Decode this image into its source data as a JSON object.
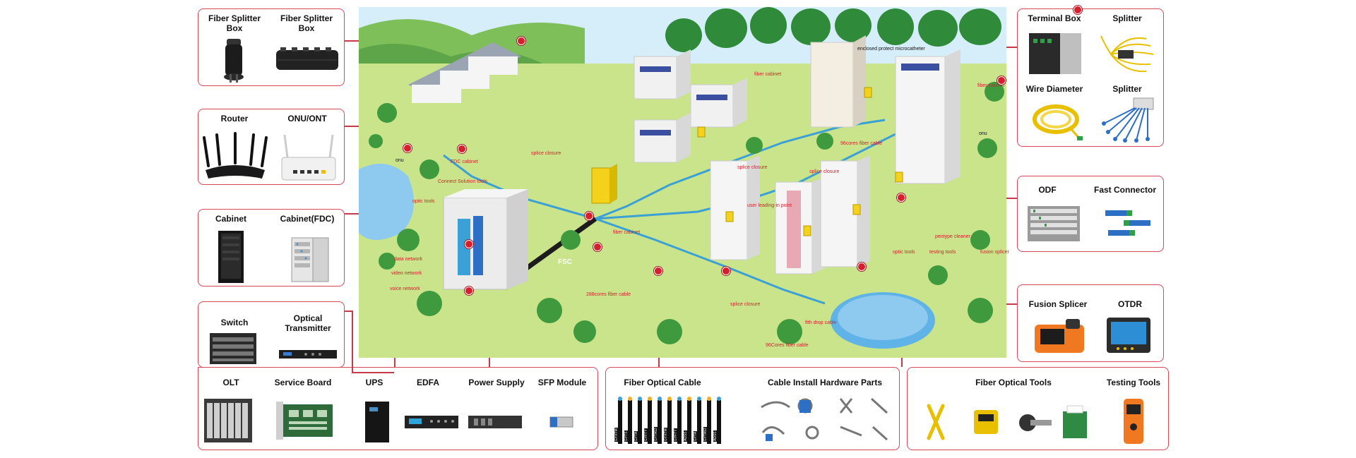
{
  "panels": {
    "splitter_boxes": {
      "left": "Fiber Splitter Box",
      "right": "Fiber Splitter Box"
    },
    "router_onu": {
      "left": "Router",
      "right": "ONU/ONT"
    },
    "cabinets": {
      "left": "Cabinet",
      "right": "Cabinet(FDC)"
    },
    "switch_transmitter": {
      "left": "Switch",
      "right": "Optical Transmitter"
    },
    "olt_board": {
      "left": "OLT",
      "right": "Service Board"
    },
    "power_modules": {
      "ups": "UPS",
      "edfa": "EDFA",
      "power": "Power Supply",
      "sfp": "SFP Module"
    },
    "cable_hardware": {
      "left": "Fiber Optical Cable",
      "right": "Cable Install Hardware Parts"
    },
    "tools": {
      "left": "Fiber Optical Tools",
      "right": "Testing Tools"
    },
    "terminal_splitter": {
      "left": "Terminal Box",
      "right": "Splitter"
    },
    "wire_splitter": {
      "left": "Wire Diameter",
      "right": "Splitter"
    },
    "odf_connector": {
      "left": "ODF",
      "right": "Fast Connector"
    },
    "fusion_otdr": {
      "left": "Fusion Splicer",
      "right": "OTDR"
    }
  },
  "scene_labels": {
    "onu": "onu",
    "fdc_cabinet": "FDC cabinet",
    "splice_closure_1": "splice closure",
    "connect_tools": "Connect Solution tools",
    "optic_tools_1": "optic tools",
    "fiber_cabinet_1": "fiber cabinet",
    "fiber_cabinet_2": "fiber cabinet",
    "enclosed_microcatheter": "enclosed protect microcatheter",
    "fiber_cabinet_3": "fiber cabinet",
    "onu_2": "onu",
    "fiber_cable_96_1": "96cores fiber cable",
    "splice_closure_2": "splice closure",
    "splice_closure_3": "splice closure",
    "user_leading_in": "user leading-in point",
    "fiber_cable_288": "288cores fiber cable",
    "splice_closure_4": "splice closure",
    "ftth_drop": "ftth drop cable",
    "fiber_cable_96_2": "96Cores fiber cable",
    "optic_tools_2": "optic tools",
    "testing_tools": "testing tools",
    "fusion_splicer": "fusion splicer",
    "pentype_cleaner": "pentype cleaner",
    "fsc": "FSC",
    "data_network": "data network",
    "video_network": "video network",
    "voice_network": "voice network"
  },
  "cable_labels": [
    "GYXTW",
    "GYTS",
    "GYTA",
    "GYFTY",
    "GYTA53",
    "GYXTW",
    "GYFTY",
    "ADSS",
    "GYTA",
    "GYTA53",
    "ADSS"
  ],
  "colors": {
    "accent": "#d9485a",
    "grass": "#c9e48a",
    "water": "#8ec9ef",
    "cable": "#3aa0d6",
    "cabinet": "#f4d21c"
  }
}
